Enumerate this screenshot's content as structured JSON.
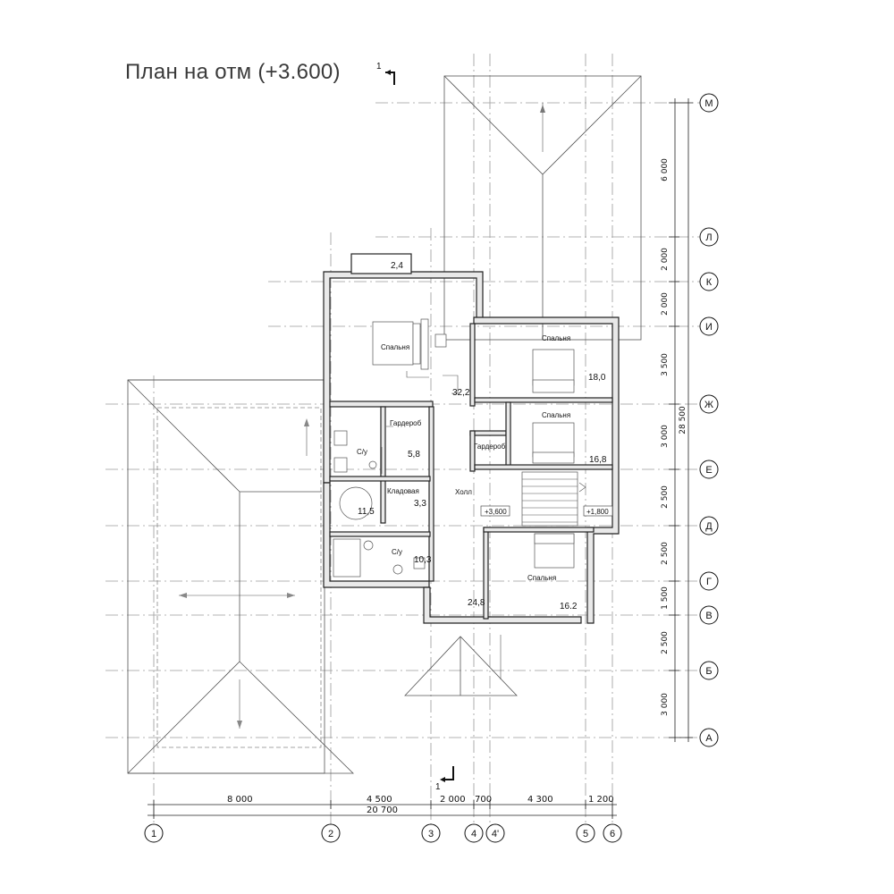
{
  "title": "План на отм (+3.600)",
  "section_marks": {
    "top": "1",
    "bottom": "1"
  },
  "rooms": {
    "master_bedroom": {
      "name": "Спальня",
      "area": "32,2"
    },
    "bedroom_ne": {
      "name": "Спальня",
      "area": "18,0"
    },
    "bedroom_e": {
      "name": "Спальня",
      "area": "16,8"
    },
    "bedroom_se": {
      "name": "Спальня",
      "area": "16.2"
    },
    "wardrobe_w": {
      "name": "Гардероб",
      "area": "5,8"
    },
    "wardrobe_e": {
      "name": "Гардероб"
    },
    "bath_1": {
      "name": "С/у"
    },
    "bath_1b": {
      "area": "11,5"
    },
    "bath_2": {
      "name": "С/у",
      "area": "10,3"
    },
    "storage": {
      "name": "Кладовая",
      "area": "3,3"
    },
    "hall": {
      "name": "Холл",
      "area": "24,8"
    },
    "balcony": {
      "area": "2,4"
    }
  },
  "levels": {
    "floor": "+3,600",
    "landing": "+1,800"
  },
  "axes_h": [
    "1",
    "2",
    "3",
    "4",
    "4'",
    "5",
    "6"
  ],
  "axes_v": [
    "М",
    "Л",
    "К",
    "И",
    "Ж",
    "Е",
    "Д",
    "Г",
    "В",
    "Б",
    "А"
  ],
  "dims_bottom": {
    "segments": [
      "8 000",
      "4 500",
      "2 000",
      "700",
      "4 300",
      "1 200"
    ],
    "total": "20 700"
  },
  "dims_right": {
    "segments": [
      "6 000",
      "2 000",
      "2 000",
      "3 500",
      "3 000",
      "2 500",
      "2 500",
      "1 500",
      "2 500",
      "3 000"
    ],
    "total": "28 500"
  }
}
